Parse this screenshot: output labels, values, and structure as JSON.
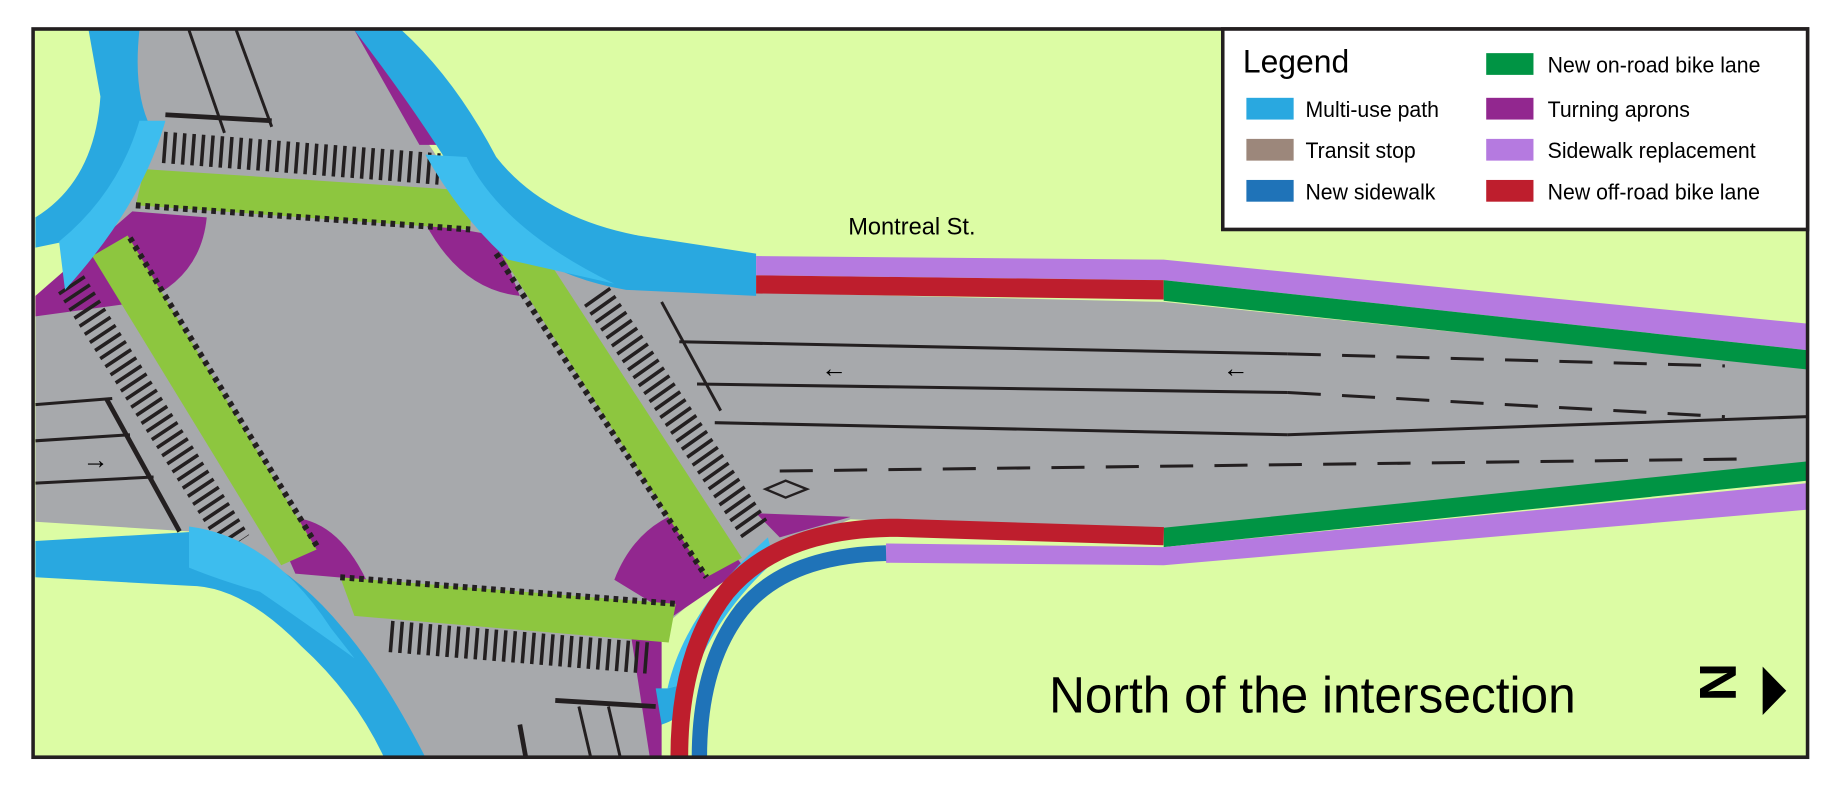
{
  "street_label": "Montreal St.",
  "caption": "North of the intersection",
  "north_arrow": {
    "icon": "north-arrow-icon",
    "letter": "N"
  },
  "legend": {
    "title": "Legend",
    "items": [
      {
        "label": "Multi-use path",
        "color": "#29a8e0"
      },
      {
        "label": "Transit stop",
        "color": "#9c877b"
      },
      {
        "label": "New sidewalk",
        "color": "#1f73b8"
      },
      {
        "label": "New on-road bike lane",
        "color": "#009444"
      },
      {
        "label": "Turning aprons",
        "color": "#92278f"
      },
      {
        "label": "Sidewalk replacement",
        "color": "#b57ae0"
      },
      {
        "label": "New off-road bike lane",
        "color": "#be1e2d"
      }
    ]
  },
  "colors": {
    "land": "#dcfca4",
    "road": "#a7a9ac",
    "bike_crossing": "#8dc63f",
    "path_light": "#3dbdee"
  }
}
